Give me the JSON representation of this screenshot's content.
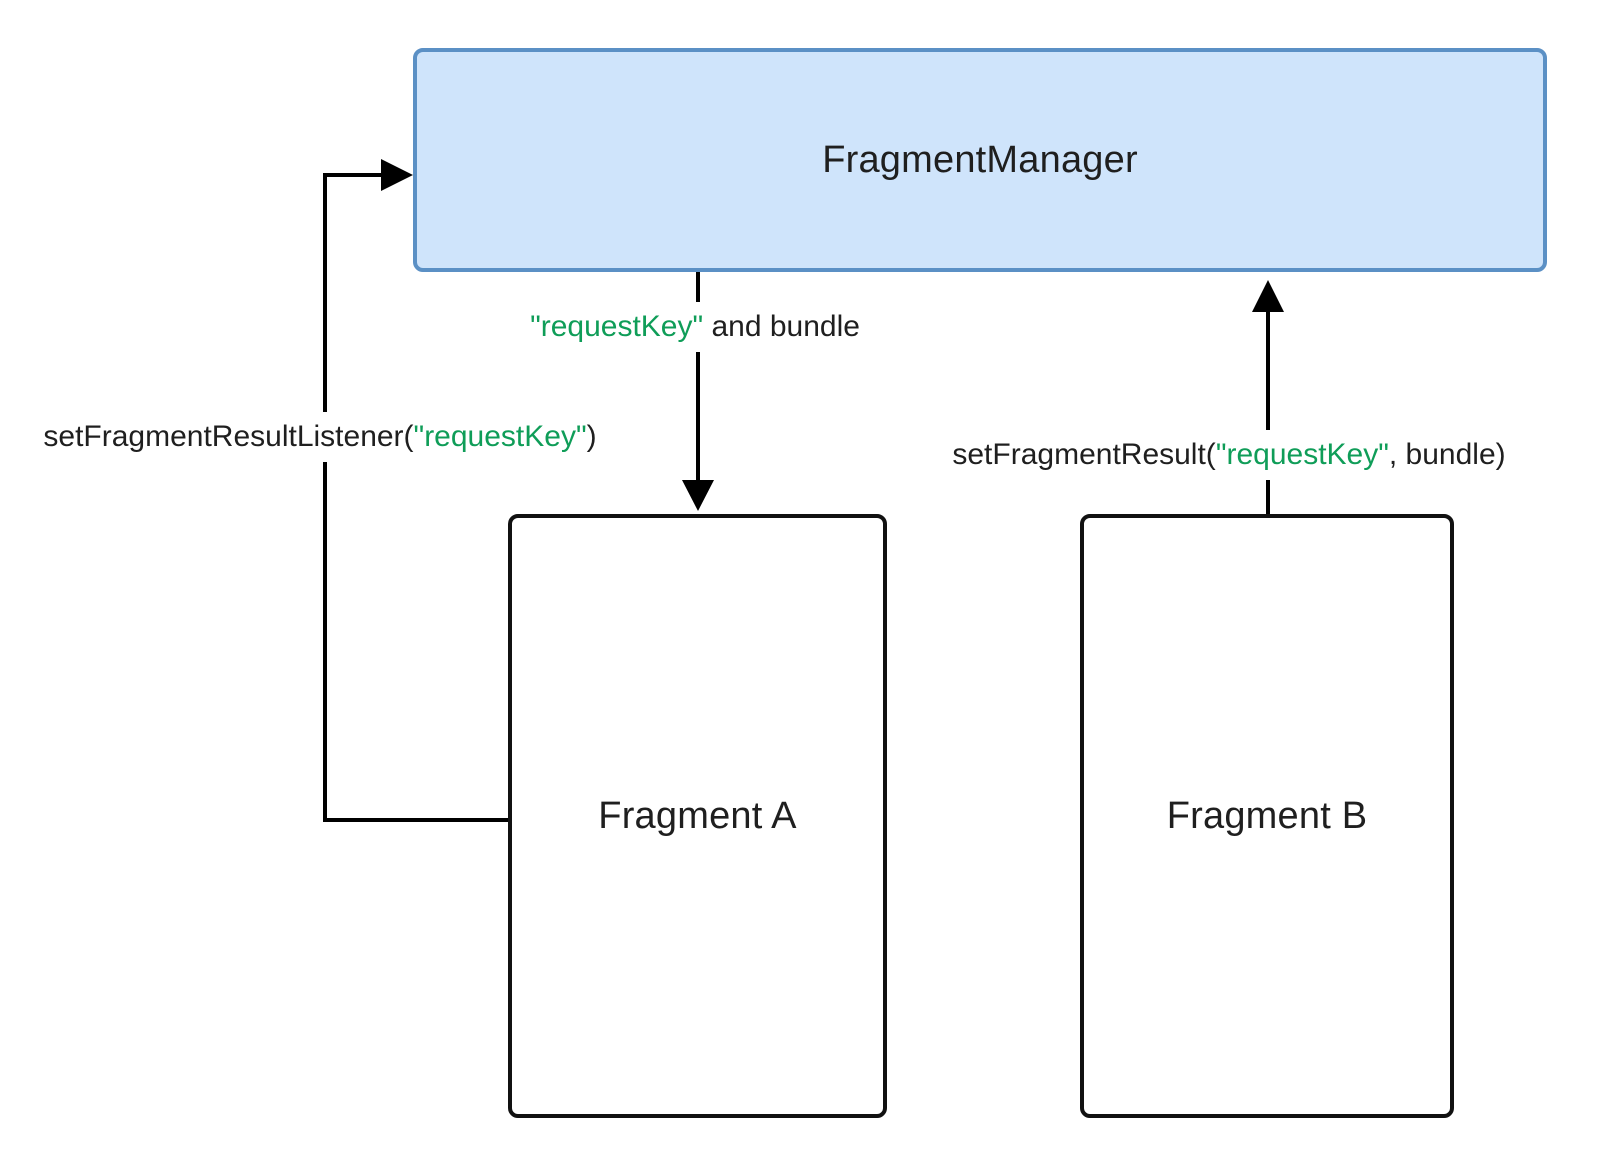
{
  "diagram": {
    "nodes": {
      "manager": {
        "label": "FragmentManager"
      },
      "fragment_a": {
        "label": "Fragment A"
      },
      "fragment_b": {
        "label": "Fragment B"
      }
    },
    "edges": {
      "listener": {
        "prefix": "setFragmentResultListener(",
        "key": "\"requestKey\"",
        "suffix": ")"
      },
      "request": {
        "key": "\"requestKey\"",
        "suffix": " and bundle"
      },
      "result": {
        "prefix": "setFragmentResult(",
        "key": "\"requestKey\"",
        "suffix": ", bundle)"
      }
    },
    "colors": {
      "background": "#ffffff",
      "manager_fill": "#cfe4fb",
      "manager_border": "#5b90c5",
      "fragment_border": "#111111",
      "arrow_line": "#000000",
      "text": "#1f1f1f",
      "key_green": "#0f9d58"
    }
  }
}
